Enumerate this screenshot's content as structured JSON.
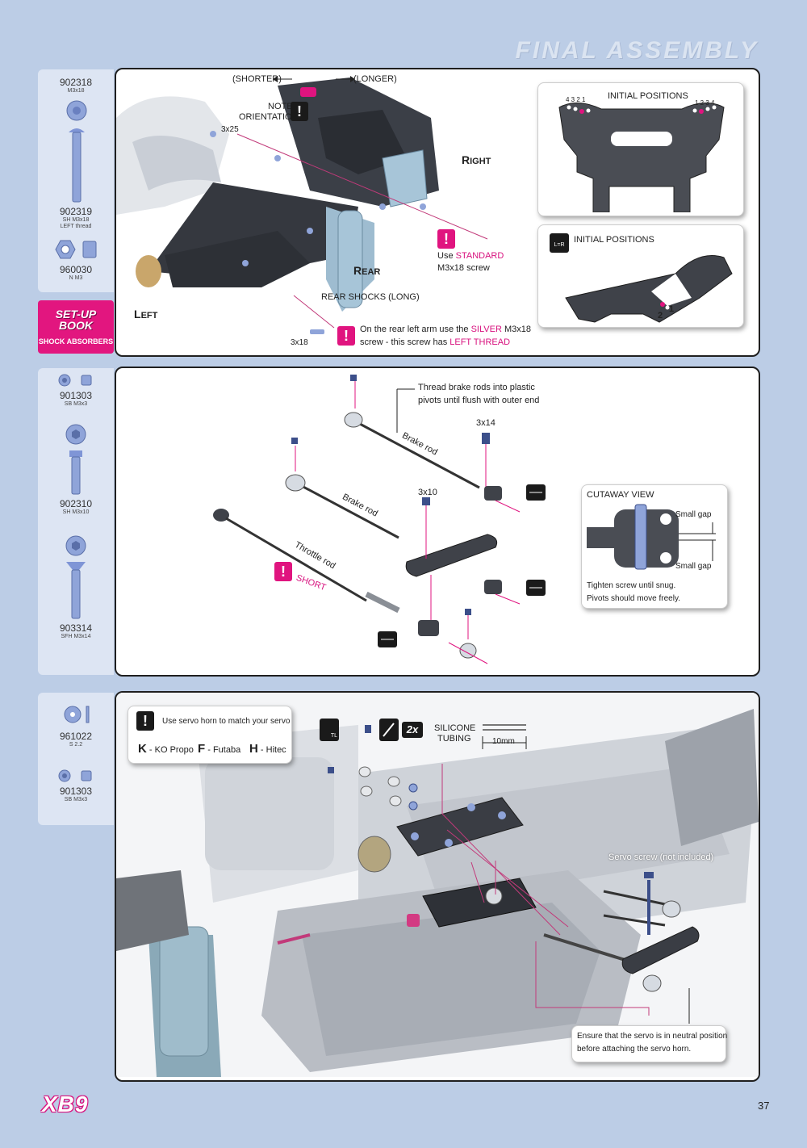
{
  "page": {
    "title": "FINAL ASSEMBLY",
    "logo": "XB9",
    "number": "37"
  },
  "colors": {
    "accent": "#d8117e",
    "sidebar": "#dde5f3",
    "background": "#bccde6"
  },
  "section1": {
    "parts": [
      {
        "num": "902318",
        "desc": "M3x18"
      },
      {
        "num": "902319",
        "desc": "SH M3x18",
        "desc2": "LEFT thread"
      },
      {
        "num": "960030",
        "desc": "N M3"
      }
    ],
    "setup_book": {
      "title1": "SET-UP",
      "title2": "BOOK",
      "subtitle": "SHOCK ABSORBERS"
    },
    "labels": {
      "shorter": "(SHORTER)",
      "longer": "(LONGER)",
      "note1": "NOTE",
      "note2": "ORIENTATION",
      "screw_3x25": "3x25",
      "right_initial": "R",
      "right_rest": "IGHT",
      "rear_initial": "R",
      "rear_rest": "EAR",
      "left_initial": "L",
      "left_rest": "EFT",
      "rear_shocks": "REAR SHOCKS (LONG)",
      "use": "Use ",
      "standard": "STANDARD",
      "m3x18_screw": "M3x18 screw",
      "screw_3x18": "3x18",
      "silver_note_a": "On the rear left arm use the ",
      "silver": "SILVER",
      "silver_note_b": " M3x18",
      "silver_note_c": "screw - this screw has ",
      "left_thread": "LEFT THREAD"
    },
    "callout_top": {
      "title": "INITIAL POSITIONS",
      "left_nums": "4 3 2 1",
      "right_nums": "1 2 3 4"
    },
    "callout_bottom": {
      "title": "INITIAL POSITIONS",
      "lr": "L=R",
      "n1": "1",
      "n2": "2"
    }
  },
  "section2": {
    "parts": [
      {
        "num": "901303",
        "desc": "SB M3x3"
      },
      {
        "num": "902310",
        "desc": "SH M3x10"
      },
      {
        "num": "903314",
        "desc": "SFH M3x14"
      }
    ],
    "labels": {
      "thread_note1": "Thread brake rods into plastic",
      "thread_note2": "pivots until flush with outer end",
      "screw_3x14": "3x14",
      "screw_3x10": "3x10",
      "brake_rod_1": "Brake rod",
      "brake_rod_2": "Brake rod",
      "throttle_rod": "Throttle rod",
      "short": "SHORT"
    },
    "cutaway": {
      "title": "CUTAWAY VIEW",
      "gap_top": "Small gap",
      "gap_bottom": "Small gap",
      "note1": "Tighten screw until snug.",
      "note2": "Pivots should move freely."
    }
  },
  "section3": {
    "parts": [
      {
        "num": "961022",
        "desc": "S 2.2"
      },
      {
        "num": "901303",
        "desc": "SB M3x3"
      }
    ],
    "servo_note": {
      "text": "Use servo horn to match your servo",
      "k": "K",
      "k_label": " - KO Propo",
      "f": "F",
      "f_label": " - Futaba",
      "h": "H",
      "h_label": " - Hitec"
    },
    "labels": {
      "tl": "TL",
      "times2": "2x",
      "silicone1": "SILICONE",
      "silicone2": "TUBING",
      "length": "10mm",
      "servo_screw": "Servo screw (not included)",
      "ensure1": "Ensure that the servo is in neutral position",
      "ensure2": "before attaching the servo horn."
    }
  }
}
